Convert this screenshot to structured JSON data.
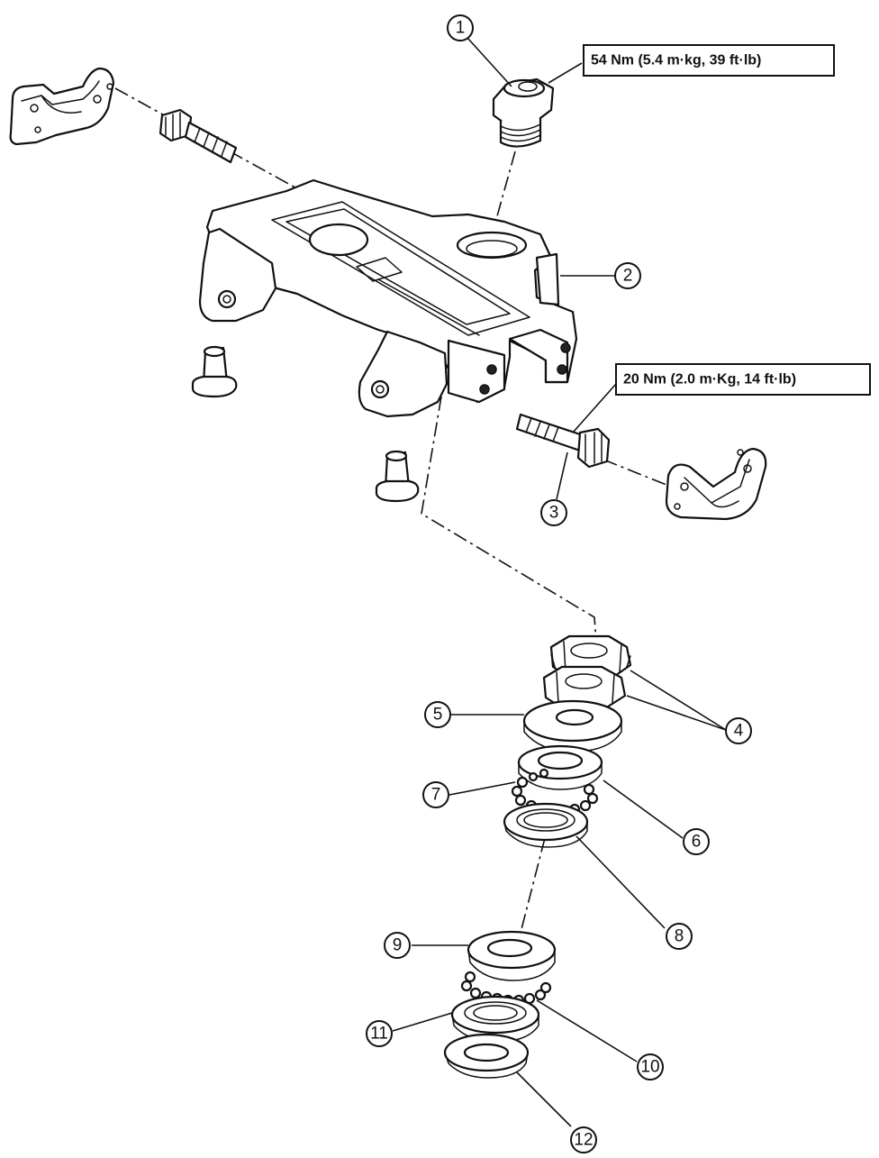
{
  "callouts": [
    {
      "label": "1"
    },
    {
      "label": "2"
    },
    {
      "label": "3"
    },
    {
      "label": "4"
    },
    {
      "label": "5"
    },
    {
      "label": "6"
    },
    {
      "label": "7"
    },
    {
      "label": "8"
    },
    {
      "label": "9"
    },
    {
      "label": "10"
    },
    {
      "label": "11"
    },
    {
      "label": "12"
    }
  ],
  "torque_specs": [
    {
      "text": "54 Nm (5.4 m·kg, 39 ft·lb)"
    },
    {
      "text": "20 Nm (2.0 m·Kg, 14 ft·lb)"
    }
  ]
}
